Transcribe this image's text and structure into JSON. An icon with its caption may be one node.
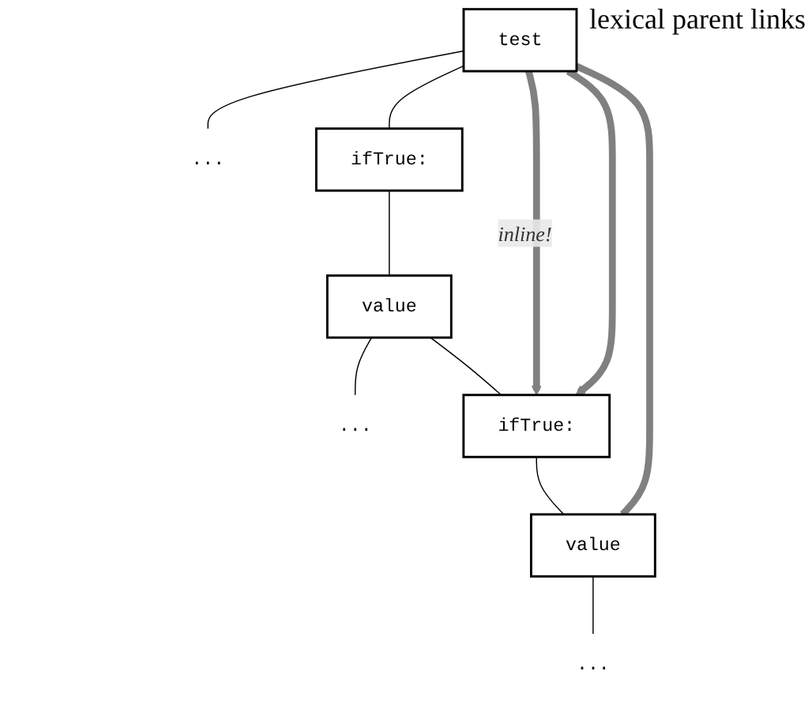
{
  "diagram": {
    "nodes": [
      {
        "text": [
          "test"
        ]
      },
      {
        "text": [
          "..."
        ]
      },
      {
        "text": [
          "ifTrue:"
        ]
      },
      {
        "text": [
          "value"
        ]
      },
      {
        "text": [
          "..."
        ]
      },
      {
        "text": [
          "ifTrue:"
        ]
      },
      {
        "text": [
          "value"
        ]
      },
      {
        "text": [
          "..."
        ]
      }
    ],
    "edges": [
      {
        "from": 0,
        "to": 1,
        "arrow": "none"
      },
      {
        "from": 0,
        "to": 2,
        "arrow": "none"
      },
      {
        "from": 2,
        "to": 3,
        "arrow": "none"
      },
      {
        "from": 3,
        "to": 4,
        "arrow": "none"
      },
      {
        "from": 3,
        "to": 5,
        "arrow": "none"
      },
      {
        "from": 5,
        "to": 6,
        "arrow": "none"
      },
      {
        "from": 6,
        "to": 7,
        "arrow": "none"
      },
      {
        "from": 0,
        "to": 5,
        "arrow": "to",
        "label": "inline!",
        "style": "thick",
        "color": "#808080"
      },
      {
        "from": 0,
        "to": 5,
        "arrow": "to",
        "style": "thick",
        "color": "#808080"
      },
      {
        "from": 0,
        "to": 6,
        "arrow": "none",
        "style": "thick",
        "color": "#808080"
      }
    ],
    "labels": [
      "lexical parent links"
    ]
  }
}
